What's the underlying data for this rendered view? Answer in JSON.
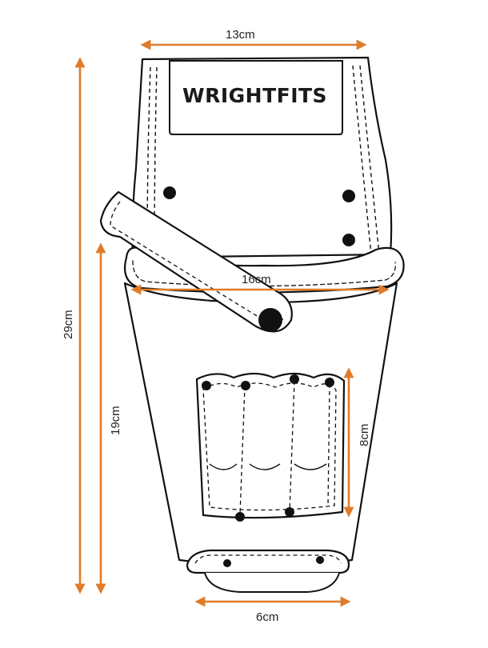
{
  "brand": {
    "logo_text": "WRIGHTFITS"
  },
  "dimensions": {
    "top_width": "13cm",
    "opening_width": "16cm",
    "total_height": "29cm",
    "body_height": "19cm",
    "pocket_height": "8cm",
    "bottom_width": "6cm"
  },
  "colors": {
    "arrow": "#E07B2A",
    "outline": "#111111",
    "background": "#ffffff"
  }
}
